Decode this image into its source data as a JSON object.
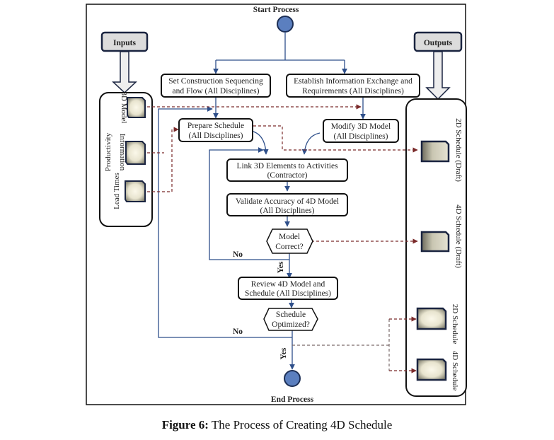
{
  "diagram": {
    "start_label": "Start Process",
    "end_label": "End Process",
    "inputs_header": "Inputs",
    "outputs_header": "Outputs",
    "inputs": [
      {
        "label_lines": [
          "3D Model"
        ]
      },
      {
        "label_lines": [
          "Productivity",
          "Information"
        ]
      },
      {
        "label_lines": [
          "Lead Times"
        ]
      }
    ],
    "outputs": [
      {
        "label_lines": [
          "2D Schedule (Draft)"
        ]
      },
      {
        "label_lines": [
          "4D Schedule (Draft)"
        ]
      },
      {
        "label_lines": [
          "2D Schedule"
        ]
      },
      {
        "label_lines": [
          "4D Schedule"
        ]
      }
    ],
    "steps": {
      "set_sequencing": [
        "Set Construction Sequencing",
        "and Flow (All Disciplines)"
      ],
      "establish_info": [
        "Establish Information Exchange and",
        "Requirements (All Disciplines)"
      ],
      "prepare_schedule": [
        "Prepare Schedule",
        "(All Disciplines)"
      ],
      "modify_model": [
        "Modify 3D Model",
        "(All Disciplines)"
      ],
      "link_elements": [
        "Link 3D Elements to Activities",
        "(Contractor)"
      ],
      "validate_model": [
        "Validate Accuracy of 4D Model",
        "(All Disciplines)"
      ],
      "review_model": [
        "Review 4D Model and",
        "Schedule (All Disciplines)"
      ]
    },
    "decisions": {
      "model_correct": [
        "Model",
        "Correct?"
      ],
      "schedule_optimized": [
        "Schedule",
        "Optimized?"
      ]
    },
    "branch_labels": {
      "no": "No",
      "yes": "Yes"
    },
    "colors": {
      "flow_line": "#2e4f8a",
      "data_line": "#7a2a2a",
      "node_fill": "#5b7fbf",
      "box_border": "#111111",
      "header_fill": "#dcdcdc"
    }
  },
  "caption": {
    "prefix": "Figure 6:",
    "text": " The Process of Creating 4D Schedule"
  }
}
